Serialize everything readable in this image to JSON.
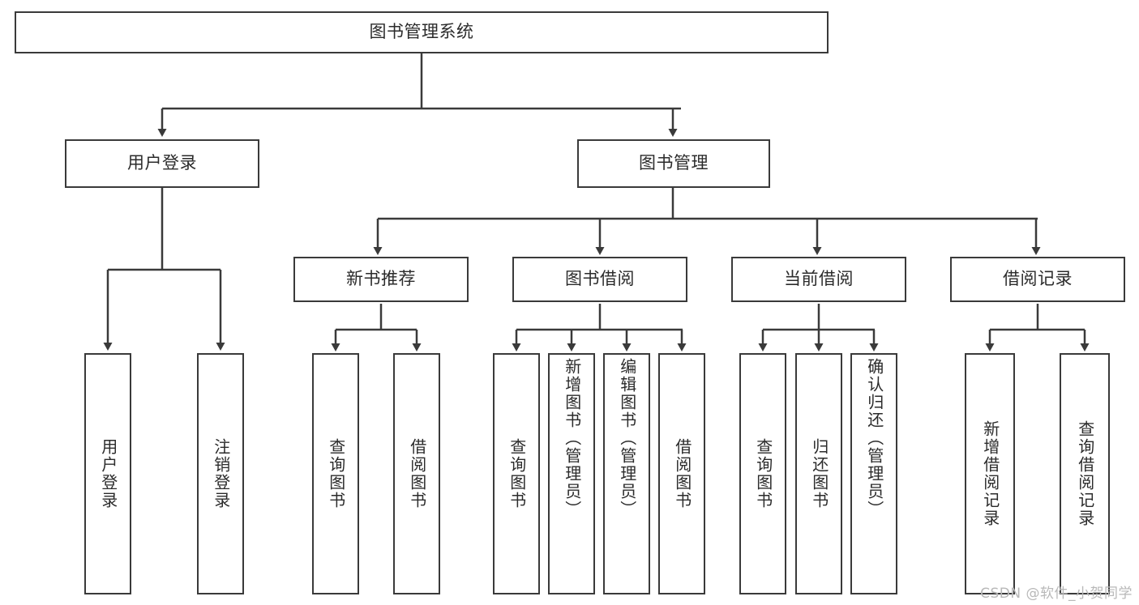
{
  "diagram": {
    "type": "tree",
    "title_node": {
      "label": "图书管理系统"
    },
    "level2": [
      {
        "label": "用户登录"
      },
      {
        "label": "图书管理"
      }
    ],
    "level3": [
      {
        "label": "新书推荐"
      },
      {
        "label": "图书借阅"
      },
      {
        "label": "当前借阅"
      },
      {
        "label": "借阅记录"
      }
    ],
    "leaves": {
      "user_login": [
        {
          "label": "用户登录"
        },
        {
          "label": "注销登录"
        }
      ],
      "new_book_recommend": [
        {
          "label": "查询图书"
        },
        {
          "label": "借阅图书"
        }
      ],
      "book_borrow": [
        {
          "label": "查询图书"
        },
        {
          "label": "新增图书（管理员）"
        },
        {
          "label": "编辑图书（管理员）"
        },
        {
          "label": "借阅图书"
        }
      ],
      "current_borrow": [
        {
          "label": "查询图书"
        },
        {
          "label": "归还图书"
        },
        {
          "label": "确认归还（管理员）"
        }
      ],
      "borrow_record": [
        {
          "label": "新增借阅记录"
        },
        {
          "label": "查询借阅记录"
        }
      ]
    }
  },
  "watermark": {
    "text": "CSDN @软件_小贺同学"
  },
  "colors": {
    "box_border": "#3a3a3a",
    "text": "#2b2b2b",
    "background": "#ffffff",
    "watermark": "#b8b8b8"
  }
}
